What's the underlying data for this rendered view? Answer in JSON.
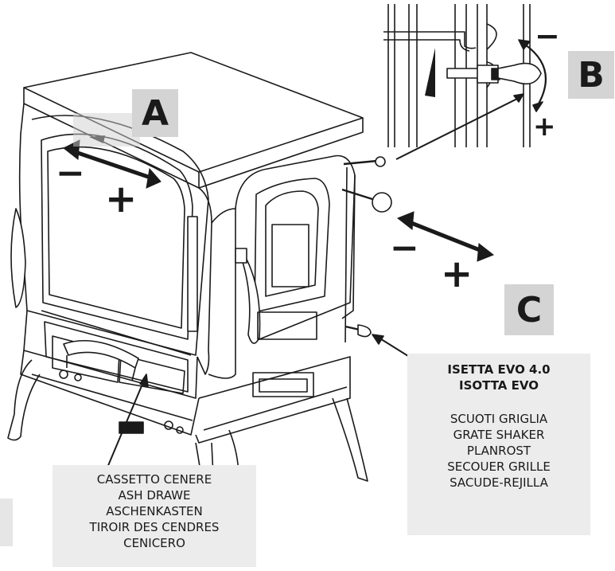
{
  "labels": {
    "a": "A",
    "b": "B",
    "c": "C"
  },
  "signs": {
    "minus": "−",
    "plus": "+"
  },
  "shaker_note": {
    "title_line1": "ISETTA EVO 4.0",
    "title_line2": "ISOTTA EVO",
    "lines": [
      "SCUOTI GRIGLIA",
      "GRATE SHAKER",
      "PLANROST",
      "SECOUER GRILLE",
      "SACUDE-REJILLA"
    ]
  },
  "ash_note": {
    "lines": [
      "CASSETTO CENERE",
      "ASH DRAWE",
      "ASCHENKASTEN",
      "TIROIR DES CENDRES",
      "CENICERO"
    ]
  },
  "colors": {
    "label_bg": "#d4d4d4",
    "note_bg": "#ececec",
    "stroke": "#1a1a1a"
  }
}
